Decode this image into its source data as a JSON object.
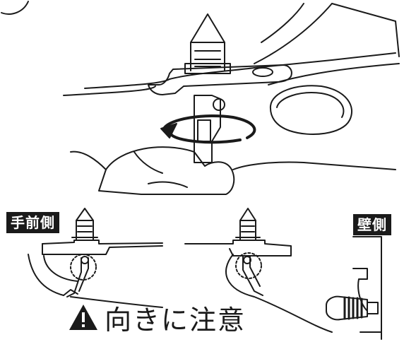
{
  "labels": {
    "front_side": "手前側",
    "wall_side": "壁側"
  },
  "caution": {
    "text": "向きに注意",
    "icon": "warning-triangle-icon"
  },
  "colors": {
    "ink": "#1a1a1a",
    "paper": "#ffffff"
  }
}
